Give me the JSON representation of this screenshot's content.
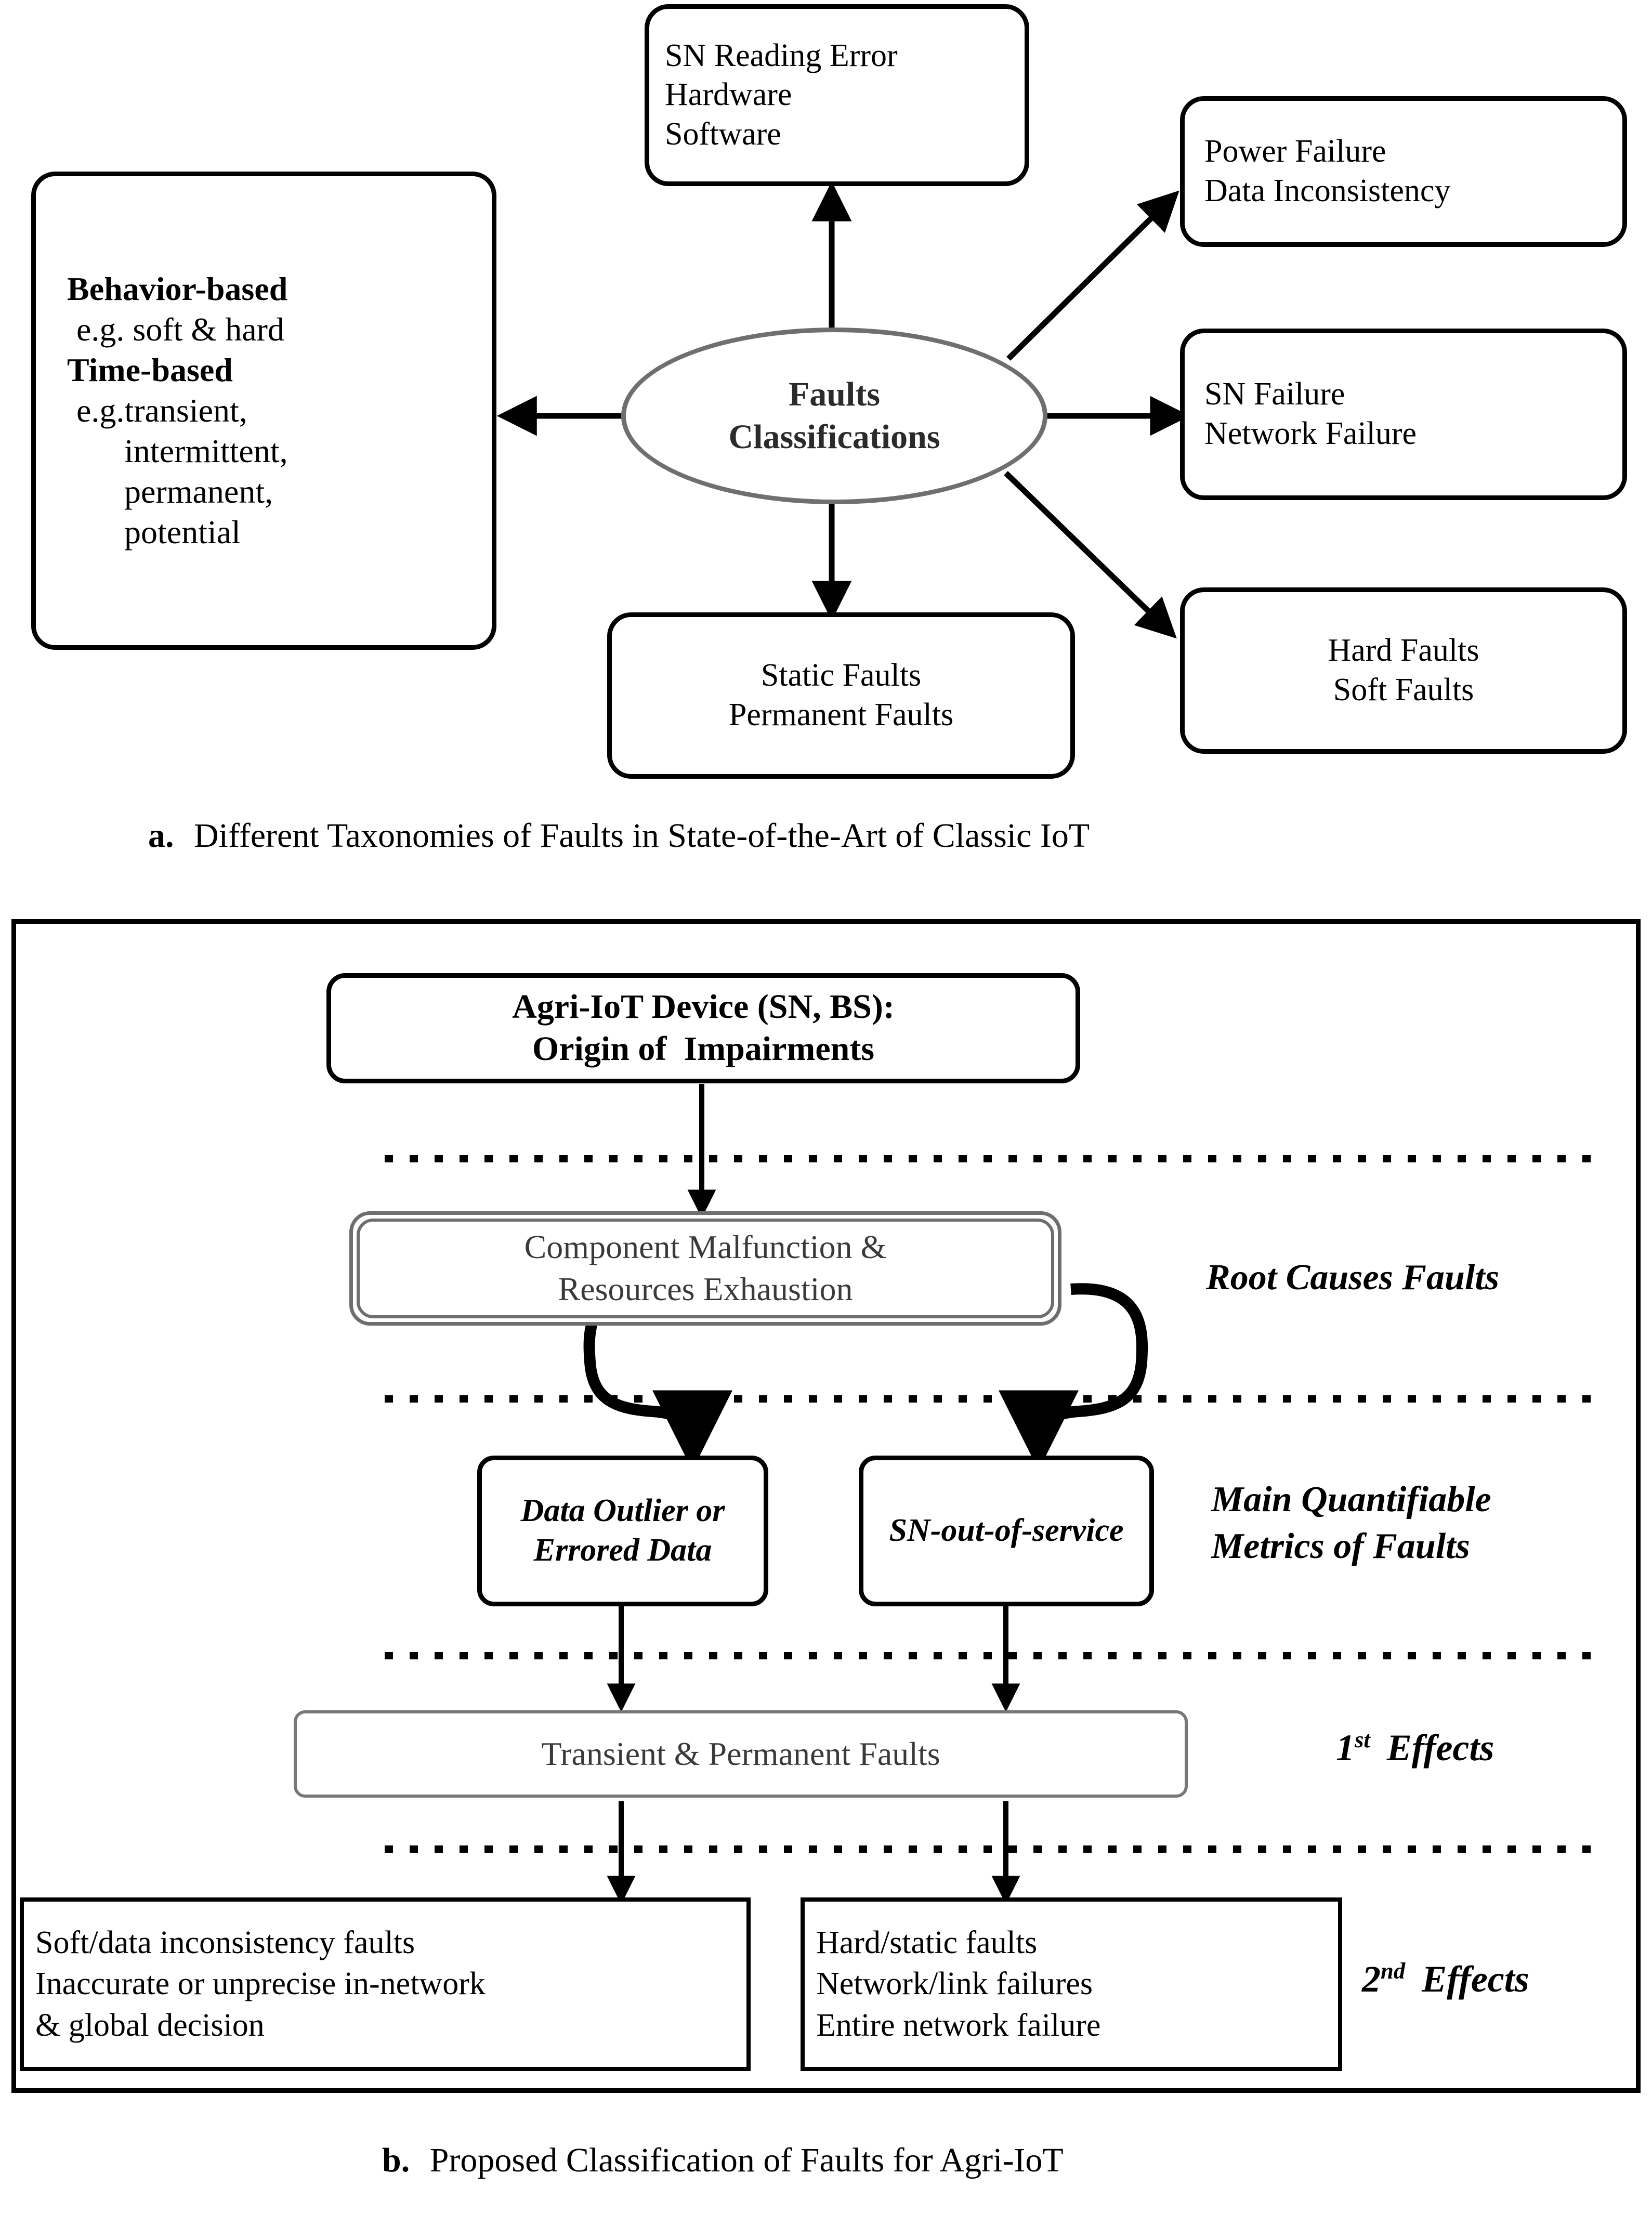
{
  "panel_a": {
    "center_node": {
      "line1": "Faults",
      "line2": "Classifications"
    },
    "left_node": {
      "l1": "Behavior-based",
      "l2": "e.g. soft & hard",
      "l3": "Time-based",
      "l4": "e.g.transient,",
      "l5": "intermittent,",
      "l6": "permanent,",
      "l7": "potential"
    },
    "top_node": {
      "l1": "SN Reading Error",
      "l2": "Hardware",
      "l3": "Software"
    },
    "right_top_node": {
      "l1": "Power Failure",
      "l2": "Data Inconsistency"
    },
    "right_mid_node": {
      "l1": "SN Failure",
      "l2": "Network Failure"
    },
    "right_bottom_node": {
      "l1": "Hard Faults",
      "l2": "Soft Faults"
    },
    "bottom_node": {
      "l1": "Static Faults",
      "l2": "Permanent Faults"
    },
    "caption_label": "a.",
    "caption_text": "Different Taxonomies of Faults in State-of-the-Art of Classic IoT"
  },
  "panel_b": {
    "origin_node": {
      "l1": "Agri-IoT Device (SN, BS):",
      "l2": "Origin of  Impairments"
    },
    "root_cause_node": {
      "l1": "Component Malfunction &",
      "l2": "Resources Exhaustion"
    },
    "metric_left_node": {
      "l1": "Data Outlier or",
      "l2": "Errored Data"
    },
    "metric_right_node": {
      "l1": "SN-out-of-service"
    },
    "first_effect_node": {
      "l1": "Transient & Permanent Faults"
    },
    "effect_left_node": {
      "l1": "Soft/data inconsistency faults",
      "l2": "Inaccurate or unprecise in-network",
      "l3": "& global decision"
    },
    "effect_right_node": {
      "l1": "Hard/static faults",
      "l2": "Network/link failures",
      "l3": "Entire network failure"
    },
    "layer_labels": {
      "root_causes": "Root Causes Faults",
      "metrics_l1": "Main Quantifiable",
      "metrics_l2": "Metrics of Faults",
      "first_num": "1",
      "first_sup": "st",
      "first_word": "Effects",
      "second_num": "2",
      "second_sup": "nd",
      "second_word": "Effects"
    },
    "caption_label": "b.",
    "caption_text": "Proposed Classification of Faults for Agri-IoT"
  },
  "colors": {
    "stroke_black": "#000000",
    "stroke_gray": "#6e6e6e",
    "text_gray": "#3a3a3a",
    "background": "#ffffff"
  }
}
